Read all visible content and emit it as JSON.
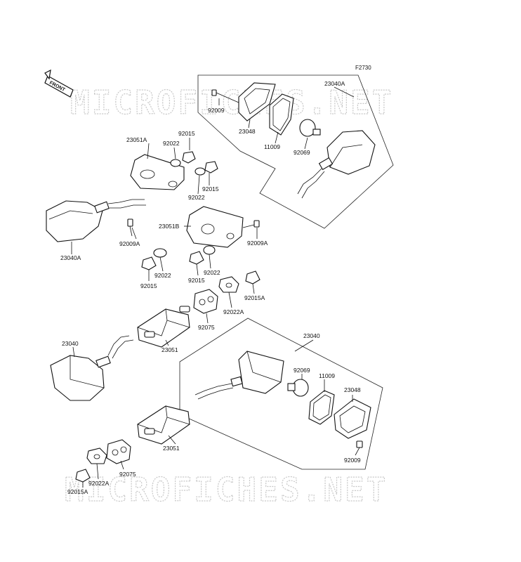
{
  "diagram": {
    "code": "F2730",
    "front_label": "FRONT",
    "watermark": "MICROFICHES.NET",
    "labels": {
      "l23040A_top": "23040A",
      "l92009_top": "92009",
      "l23048_top": "23048",
      "l11009_top": "11009",
      "l92069_top": "92069",
      "l23051A": "23051A",
      "l92022_a": "92022",
      "l92015_a": "92015",
      "l92015_b": "92015",
      "l92022_b": "92022",
      "l23040A_left": "23040A",
      "l92009A_left": "92009A",
      "l23051B": "23051B",
      "l92009A_right": "92009A",
      "l92022_c": "92022",
      "l92022_d": "92022",
      "l92015_c": "92015",
      "l92015_d": "92015",
      "l92015A_mid": "92015A",
      "l92022A_mid": "92022A",
      "l92075_mid": "92075",
      "l23040_left": "23040",
      "l23051_mid": "23051",
      "l23040_right": "23040",
      "l92069_bot": "92069",
      "l11009_bot": "11009",
      "l23048_bot": "23048",
      "l23051_bot": "23051",
      "l92075_bot": "92075",
      "l92022A_bot": "92022A",
      "l92015A_bot": "92015A",
      "l92009_bot": "92009"
    }
  }
}
